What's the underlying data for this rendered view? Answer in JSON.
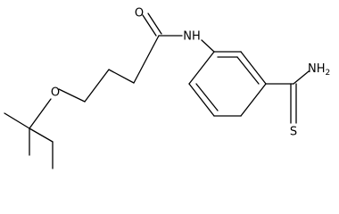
{
  "molecule": {
    "atoms": {
      "carbonyl_oxygen": "O",
      "amide_nitrogen": "NH",
      "thioamide_amine": "NH2",
      "thioamide_sulfur": "S",
      "ether_oxygen": "O"
    }
  }
}
